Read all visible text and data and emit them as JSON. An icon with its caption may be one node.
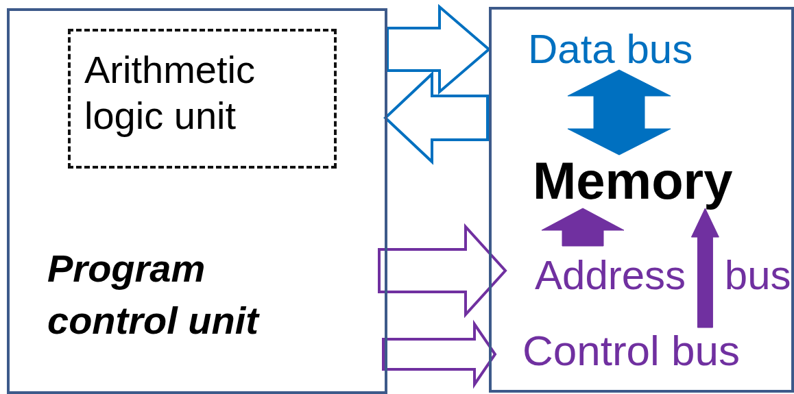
{
  "diagram": {
    "nodes": [
      {
        "text": [
          "Program control unit"
        ]
      },
      {
        "text": [
          "Arithmetic logic unit"
        ],
        "in": 0
      },
      {
        "text": [],
        "shape": "box"
      },
      {
        "text": [
          "Memory"
        ],
        "in": 2
      },
      {
        "text": [
          "Data bus"
        ],
        "in": 2
      },
      {
        "text": [
          "Address bus"
        ],
        "in": 2
      },
      {
        "text": [
          "Control bus"
        ],
        "in": 2
      }
    ],
    "edges": [
      {
        "from": 0,
        "to": 2,
        "arrow": "to",
        "color": "#0070c0"
      },
      {
        "from": 2,
        "to": 0,
        "arrow": "to",
        "color": "#0070c0"
      },
      {
        "from": 4,
        "to": 3,
        "arrow": "both",
        "style": "thick",
        "color": "#0070c0"
      },
      {
        "from": 5,
        "to": 3,
        "arrow": "to",
        "style": "thick"
      },
      {
        "from": 0,
        "to": 2,
        "arrow": "to"
      },
      {
        "from": 0,
        "to": 2,
        "arrow": "to"
      },
      {
        "from": 6,
        "to": 3,
        "arrow": "to",
        "style": "thick"
      }
    ]
  }
}
